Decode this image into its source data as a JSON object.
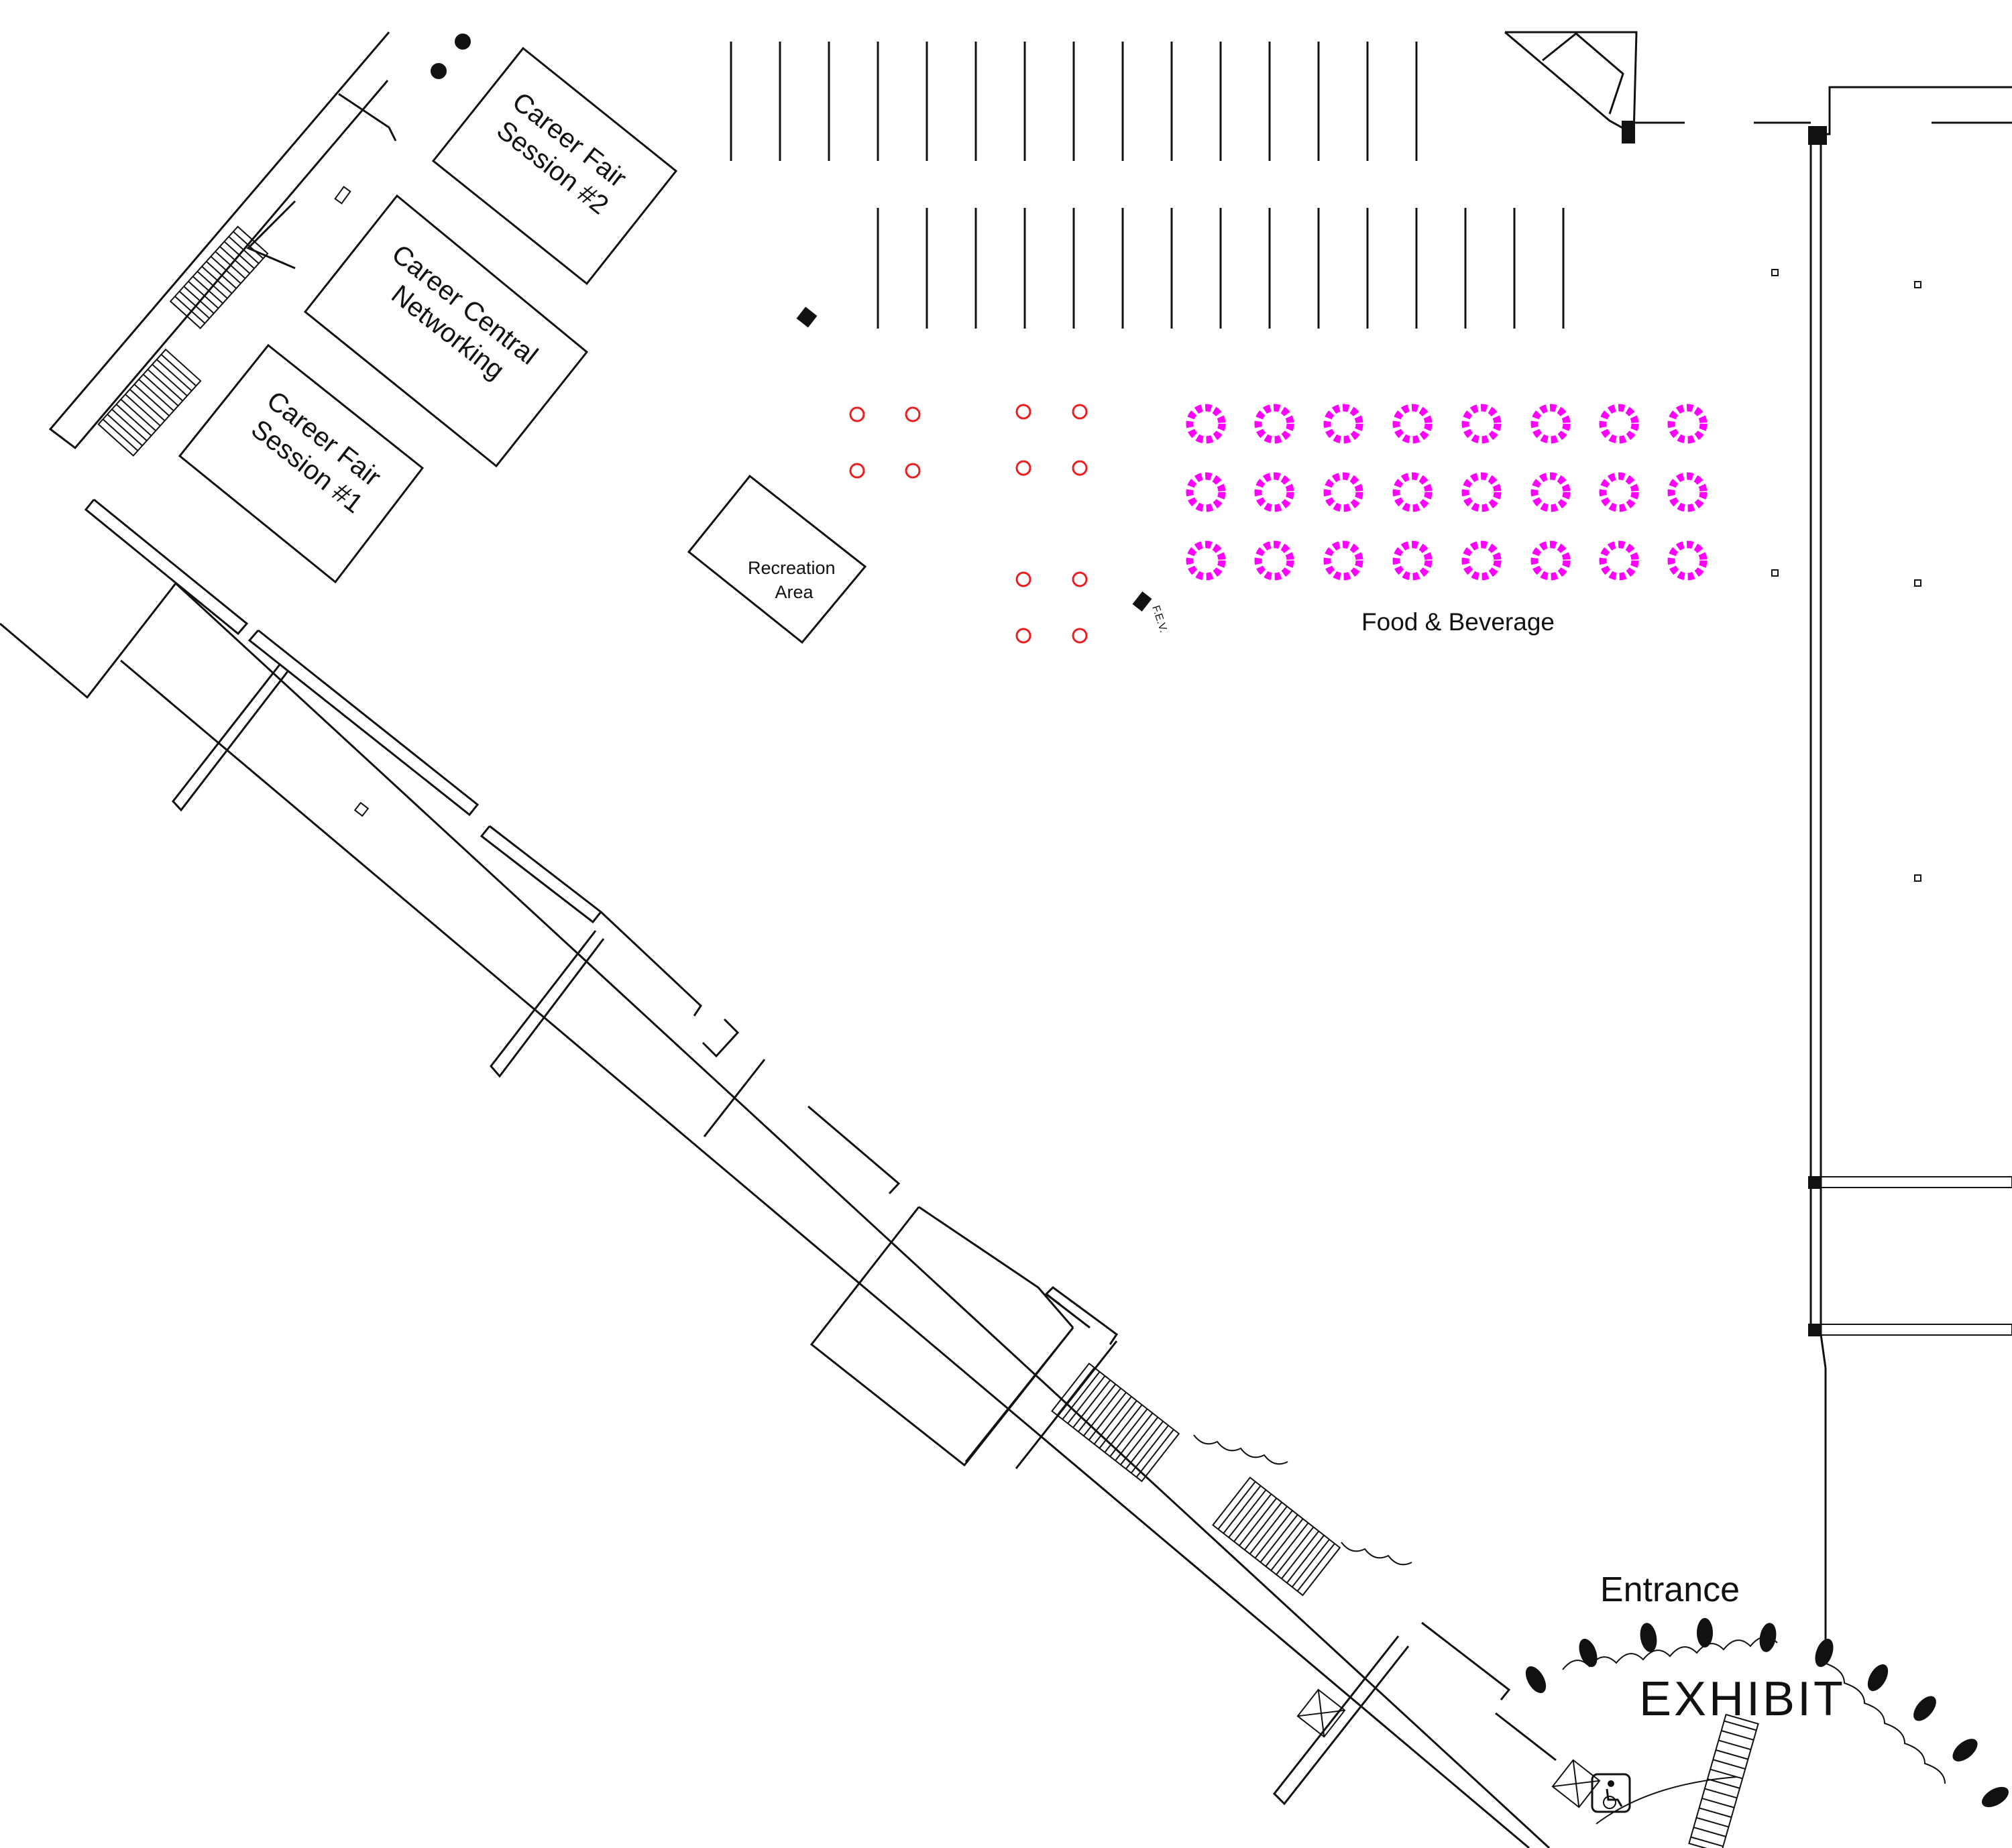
{
  "venue": {
    "session2": {
      "line1": "Career Fair",
      "line2": "Session #2"
    },
    "networking": {
      "line1": "Career Central",
      "line2": "Networking"
    },
    "session1": {
      "line1": "Career Fair",
      "line2": "Session #1"
    },
    "recreation": {
      "line1": "Recreation",
      "line2": "Area"
    },
    "food": "Food & Beverage",
    "entrance": "Entrance",
    "exhibit": "EXHIBIT",
    "fev_mark": "F.E.V."
  },
  "legend_colors": {
    "food_tables": "#ff00ff",
    "cocktail_tables": "#ee1c1c",
    "walls": "#111111"
  },
  "icons": [
    "accessible-icon",
    "elevator-icon",
    "stair-icon",
    "door-swing-icon"
  ]
}
